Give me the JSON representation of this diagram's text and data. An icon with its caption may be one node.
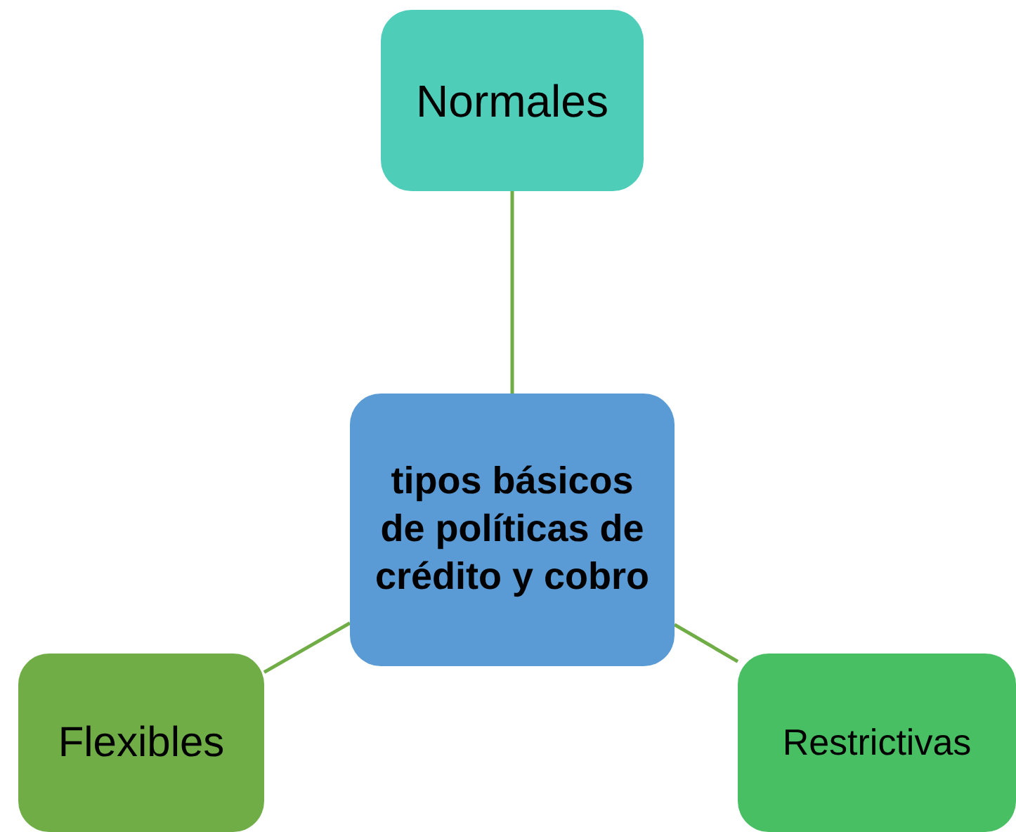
{
  "diagram": {
    "nodes": [
      {
        "text": [
          "Normales"
        ]
      },
      {
        "text": [
          "tipos básicos de políticas de crédito y cobro"
        ]
      },
      {
        "text": [
          "Flexibles"
        ]
      },
      {
        "text": [
          "Restrictivas"
        ]
      }
    ],
    "edges": [
      {
        "from": 1,
        "to": 0,
        "arrow": "none"
      },
      {
        "from": 1,
        "to": 2,
        "arrow": "none"
      },
      {
        "from": 1,
        "to": 3,
        "arrow": "none"
      }
    ]
  }
}
